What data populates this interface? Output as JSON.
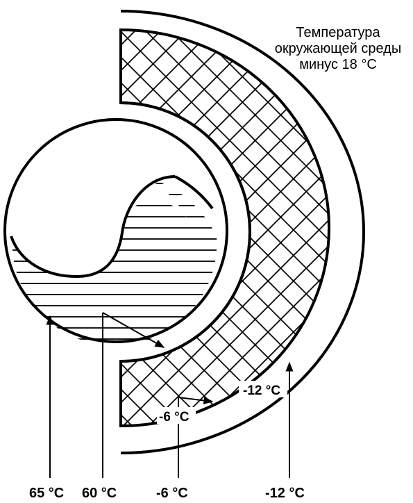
{
  "ambient_label": {
    "line1": "Температура",
    "line2": "окружающей среды",
    "line3": "минус 18 °C"
  },
  "callouts": {
    "inner_left": "65 °C",
    "inner_right": "60 °C",
    "middle": "-6 °C",
    "outer": "-12 °C"
  },
  "inline_labels": {
    "minus6": "-6 °C",
    "minus12": "-12 °C"
  },
  "colors": {
    "stroke": "#000000",
    "background": "#ffffff"
  }
}
